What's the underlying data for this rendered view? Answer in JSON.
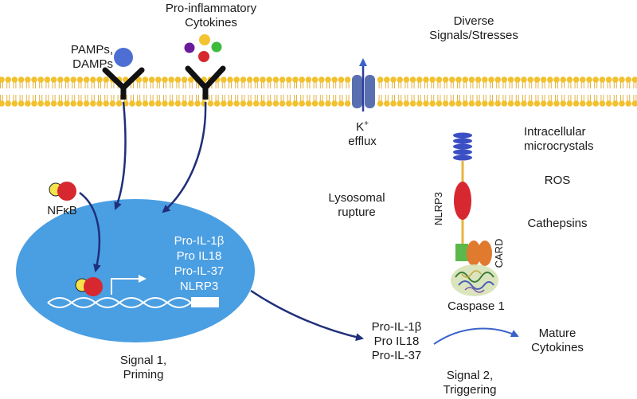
{
  "labels": {
    "pamps": [
      "PAMPs,",
      "DAMPs"
    ],
    "cytokines": [
      "Pro-inflammatory",
      "Cytokines"
    ],
    "diverse": [
      "Diverse",
      "Signals/Stresses"
    ],
    "k_main": "K",
    "k_sup": "+",
    "efflux": "efflux",
    "intracellular": [
      "Intracellular",
      "microcrystals"
    ],
    "ros": "ROS",
    "cathepsins": "Cathepsins",
    "lysosomal": [
      "Lysosomal",
      "rupture"
    ],
    "nlrp3_vertical": "NLRP3",
    "card_vertical": "CARD",
    "nfkb": "NFκB",
    "nucleus_genes": [
      "Pro-IL-1β",
      "Pro IL18",
      "Pro-IL-37",
      "NLRP3"
    ],
    "caspase": "Caspase 1",
    "pro_products": [
      "Pro-IL-1β",
      "Pro IL18",
      "Pro-IL-37"
    ],
    "mature": [
      "Mature",
      "Cytokines"
    ],
    "signal1": [
      "Signal 1,",
      "Priming"
    ],
    "signal2": [
      "Signal 2,",
      "Triggering"
    ]
  },
  "colors": {
    "membrane_head": "#f2c12e",
    "membrane_tail": "#e0b342",
    "nucleus": "#4a9ee2",
    "arrow": "#1f2f7a",
    "ligand_blue": "#4d6fd3",
    "cytokine_yellow": "#f4c430",
    "cytokine_green": "#3dbb3d",
    "cytokine_purple": "#6a1b9a",
    "cytokine_red": "#d7282f",
    "nlrp3_blue": "#3a4fc4",
    "nlrp3_red": "#d7282f",
    "nlrp3_green": "#5bb84a",
    "card_orange": "#e07a2e",
    "channel": "#5a6fb0"
  }
}
